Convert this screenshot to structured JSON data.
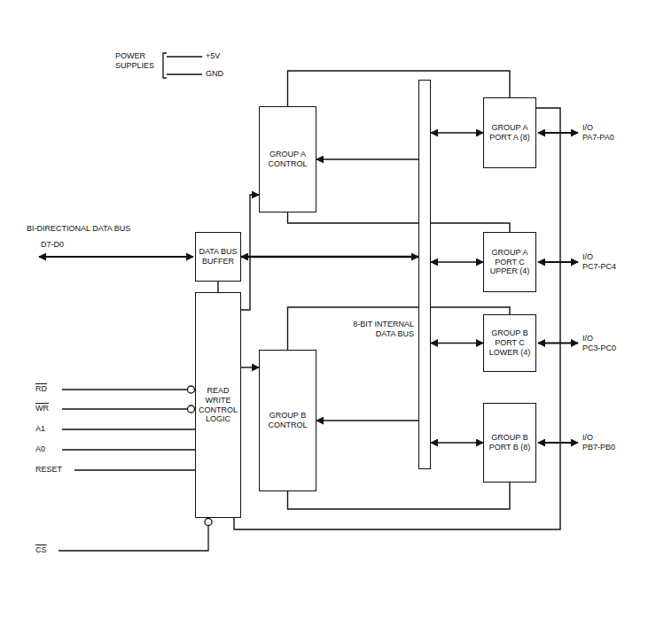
{
  "diagram": {
    "nodes": [
      {
        "text": [
          "DATA BUS BUFFER"
        ]
      },
      {
        "text": [
          "READ WRITE CONTROL LOGIC"
        ]
      },
      {
        "text": [
          "GROUP A CONTROL"
        ]
      },
      {
        "text": [
          "GROUP B CONTROL"
        ]
      },
      {
        "text": [
          "8-BIT INTERNAL DATA BUS"
        ]
      },
      {
        "text": [
          "GROUP A PORT A (8)"
        ]
      },
      {
        "text": [
          "GROUP A PORT C UPPER (4)"
        ]
      },
      {
        "text": [
          "GROUP B PORT C LOWER (4)"
        ]
      },
      {
        "text": [
          "GROUP B PORT B (8)"
        ]
      }
    ],
    "edges": [
      {
        "from": 0,
        "to": 4,
        "arrow": "both"
      },
      {
        "from": 4,
        "to": 2,
        "arrow": "to"
      },
      {
        "from": 4,
        "to": 3,
        "arrow": "to"
      },
      {
        "from": 4,
        "to": 5,
        "arrow": "both"
      },
      {
        "from": 4,
        "to": 6,
        "arrow": "both"
      },
      {
        "from": 4,
        "to": 7,
        "arrow": "both"
      },
      {
        "from": 4,
        "to": 8,
        "arrow": "both"
      },
      {
        "from": 2,
        "to": 5,
        "arrow": "none"
      },
      {
        "from": 2,
        "to": 6,
        "arrow": "none"
      },
      {
        "from": 3,
        "to": 7,
        "arrow": "none"
      },
      {
        "from": 3,
        "to": 8,
        "arrow": "none"
      },
      {
        "from": 1,
        "to": 2,
        "arrow": "to"
      },
      {
        "from": 1,
        "to": 3,
        "arrow": "to"
      },
      {
        "from": 0,
        "to": 1,
        "arrow": "none"
      },
      {
        "from": 1,
        "to": 5,
        "arrow": "none"
      }
    ],
    "labels": [
      "POWER SUPPLIES",
      "+5V",
      "GND",
      "BI-DIRECTIONAL DATA BUS",
      "D7-D0",
      "RD",
      "WR",
      "A1",
      "A0",
      "RESET",
      "CS",
      "I/O",
      "PA7-PA0",
      "I/O",
      "PC7-PC4",
      "I/O",
      "PC3-PC0",
      "I/O",
      "PB7-PB0"
    ]
  }
}
